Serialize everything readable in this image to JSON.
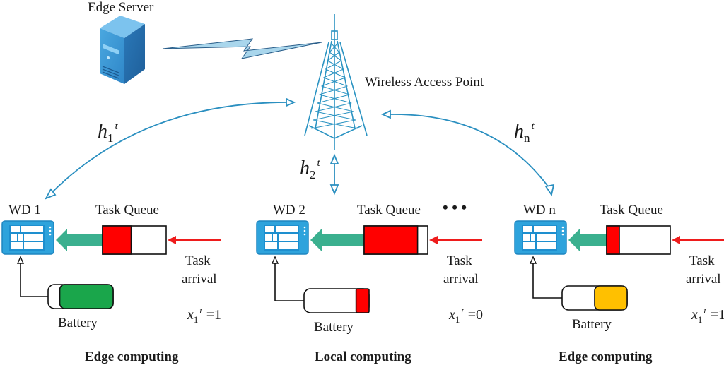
{
  "title_labels": {
    "edge_server": "Edge Server",
    "access_point": "Wireless Access Point"
  },
  "channels": [
    {
      "symbol": "h",
      "sub": "1",
      "sup": "t"
    },
    {
      "symbol": "h",
      "sub": "2",
      "sup": "t"
    },
    {
      "symbol": "h",
      "sub": "n",
      "sup": "t"
    }
  ],
  "ellipsis": "• • •",
  "devices": [
    {
      "name": "WD 1",
      "queue_label": "Task Queue",
      "queue_fill": 0.45,
      "arrival_label_line1": "Task",
      "arrival_label_line2": "arrival",
      "battery_label": "Battery",
      "battery_level": 0.82,
      "battery_color": "#1aa64b",
      "decision_var": "x",
      "decision_sub": "1",
      "decision_sup": "t",
      "decision_value": "=1",
      "mode": "Edge computing"
    },
    {
      "name": "WD 2",
      "queue_label": "Task Queue",
      "queue_fill": 0.84,
      "arrival_label_line1": "Task",
      "arrival_label_line2": "arrival",
      "battery_label": "Battery",
      "battery_level": 0.2,
      "battery_color": "#ff0000",
      "decision_var": "x",
      "decision_sub": "1",
      "decision_sup": "t",
      "decision_value": "=0",
      "mode": "Local computing"
    },
    {
      "name": "WD n",
      "queue_label": "Task Queue",
      "queue_fill": 0.2,
      "arrival_label_line1": "Task",
      "arrival_label_line2": "arrival",
      "battery_label": "Battery",
      "battery_level": 0.5,
      "battery_color": "#ffc000",
      "decision_var": "x",
      "decision_sub": "1",
      "decision_sup": "t",
      "decision_value": "=1",
      "mode": "Edge computing"
    }
  ],
  "colors": {
    "link_blue": "#2a8fc0",
    "tower_blue": "#2a93c2",
    "device_blue": "#2ea3dc",
    "offload_arrow": "#3bb08f",
    "arrival_arrow": "#ee1c1c",
    "queue_red": "#ff0000"
  }
}
